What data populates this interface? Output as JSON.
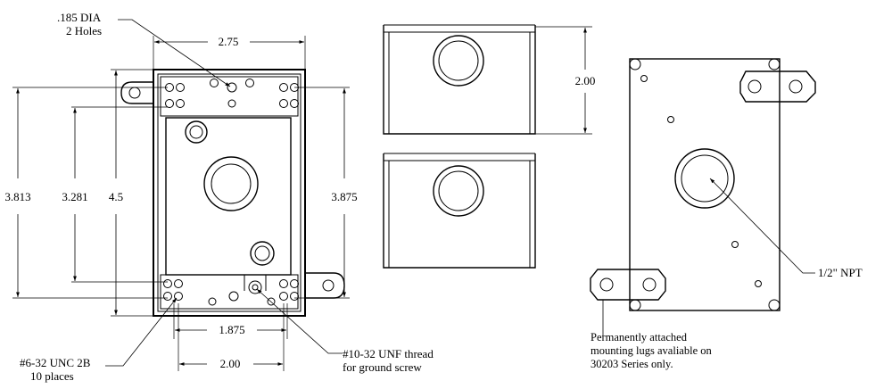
{
  "labels": {
    "dia_line1": ".185  DIA",
    "dia_line2": "2 Holes",
    "unc_line1": "#6-32 UNC 2B",
    "unc_line2": "10 places",
    "unf_line1": "#10-32 UNF thread",
    "unf_line2": "for ground screw",
    "npt": "1/2\" NPT",
    "lug_line1": "Permanently attached",
    "lug_line2": "mounting lugs avaliable on",
    "lug_line3": "30203 Series only."
  },
  "dimensions": {
    "width_top": "2.75",
    "height_outer": "3.813",
    "height_inner": "3.281",
    "height_body": "4.5",
    "height_right": "3.875",
    "width_holes": "1.875",
    "width_bottom": "2.00",
    "side_height": "2.00"
  }
}
